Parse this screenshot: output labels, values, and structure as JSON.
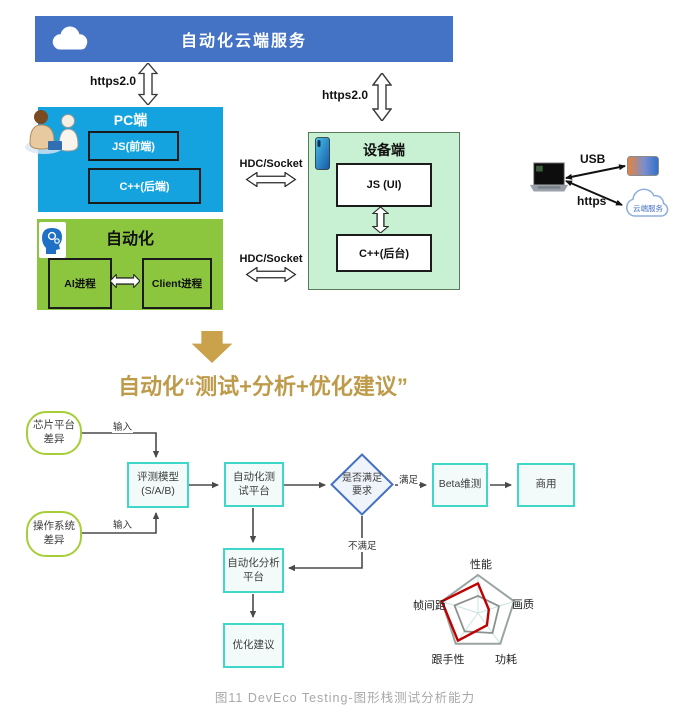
{
  "architecture": {
    "cloud_service_label": "自动化云端服务",
    "https_left": "https2.0",
    "https_right": "https2.0",
    "pc": {
      "title": "PC端",
      "frontend": "JS(前端)",
      "backend": "C++(后端)"
    },
    "automation": {
      "title": "自动化",
      "ai_process": "AI进程",
      "client_process": "Client进程"
    },
    "device": {
      "title": "设备端",
      "ui": "JS (UI)",
      "background": "C++(后台)"
    },
    "hdc_socket_top": "HDC/Socket",
    "hdc_socket_bottom": "HDC/Socket",
    "connection": {
      "usb": "USB",
      "https": "https",
      "cloud": "云端服务"
    }
  },
  "section_title": "自动化“测试+分析+优化建议”",
  "flowchart": {
    "chip_diff": "芯片平台差异",
    "os_diff": "操作系统差异",
    "input_top": "输入",
    "input_bottom": "输入",
    "eval_model": "评测模型(S/A/B)",
    "test_platform": "自动化测试平台",
    "decision": "是否满足要求",
    "label_yes": "满足",
    "label_no": "不满足",
    "beta": "Beta维测",
    "commercial": "商用",
    "analysis_platform": "自动化分析平台",
    "suggestion": "优化建议"
  },
  "chart_data": {
    "type": "radar",
    "categories": [
      "性能",
      "画质",
      "功耗",
      "跟手性",
      "帧间距"
    ],
    "axis_range": [
      0,
      1
    ],
    "grid": "spokes",
    "legend_position": "none",
    "series": [
      {
        "color": "#8A918F",
        "values": [
          0.45,
          0.58,
          0.65,
          0.6,
          0.65
        ]
      },
      {
        "color": "#C00000",
        "values": [
          0.78,
          0.3,
          0.4,
          0.9,
          1.0
        ]
      }
    ]
  },
  "caption": "图11 DevEco Testing-图形栈测试分析能力"
}
